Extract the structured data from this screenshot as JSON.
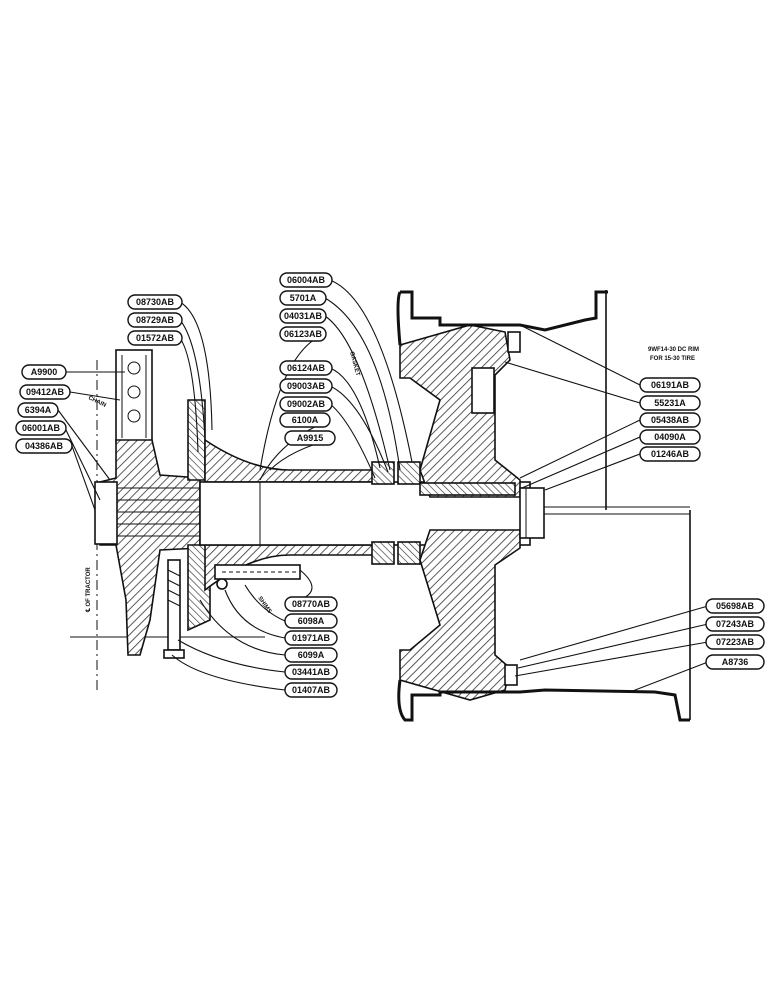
{
  "callouts_left": [
    "A9900",
    "09412AB",
    "6394A",
    "06001AB",
    "04386AB"
  ],
  "callouts_upper_left": [
    "08730AB",
    "08729AB",
    "01572AB"
  ],
  "callouts_center_top": [
    "06004AB",
    "5701A",
    "04031AB",
    "06123AB",
    "06124AB",
    "09003AB",
    "09002AB",
    "6100A",
    "A9915"
  ],
  "callouts_right_top": [
    "06191AB",
    "55231A",
    "05438AB",
    "04090A",
    "01246AB"
  ],
  "callouts_bottom_center": [
    "08770AB",
    "6098A",
    "01971AB",
    "6099A",
    "03441AB",
    "01407AB"
  ],
  "callouts_right_bottom": [
    "05698AB",
    "07243AB",
    "07223AB",
    "A8736"
  ],
  "annotations": {
    "rim_note_line1": "9WF14-30 DC RIM",
    "rim_note_line2": "FOR 15-30 TIRE",
    "chain": "CHAIN",
    "gasket": "GASKET",
    "shims": "SHIMS",
    "tractor_centerline": "℄ OF TRACTOR"
  },
  "colors": {
    "ink": "#111111",
    "paper": "#ffffff",
    "hatch": "#333333"
  }
}
